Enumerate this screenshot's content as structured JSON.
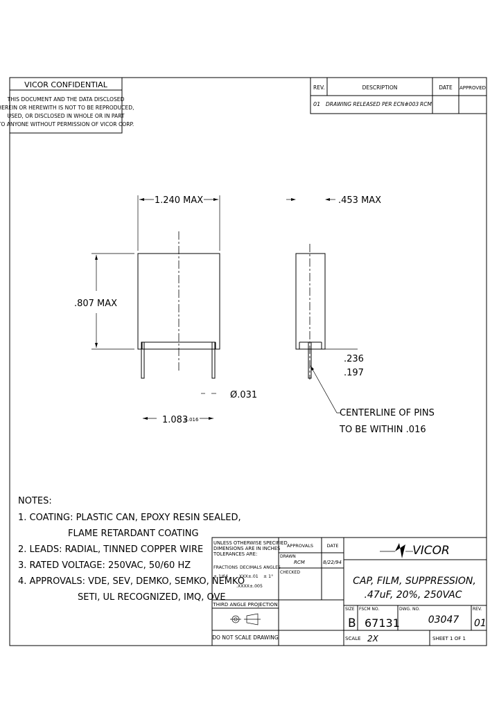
{
  "confidential": {
    "title": "VICOR   CONFIDENTIAL",
    "lines": [
      "THIS DOCUMENT AND THE DATA DISCLOSED",
      "HEREIN OR HEREWITH IS NOT TO BE REPRODUCED,",
      "USED, OR DISCLOSED IN WHOLE OR IN PART",
      "TO ANYONE WITHOUT PERMISSION OF VICOR CORP."
    ]
  },
  "revision_block": {
    "headers": {
      "rev": "REV.",
      "description": "DESCRIPTION",
      "date": "DATE",
      "approved": "APPROVED"
    },
    "row": {
      "rev": "01",
      "description": "DRAWING RELEASED PER ECN#003",
      "approved": "RCM"
    }
  },
  "dimensions": {
    "width_max": "1.240 MAX",
    "depth_max": ".453 MAX",
    "height_max": ".807 MAX",
    "lead_dia": "Ø.031",
    "lead_pitch": "1.083",
    "lead_pitch_tol": "±.016",
    "lead_len_a": ".236",
    "lead_len_b": ".197",
    "centerline_note_1": "CENTERLINE OF PINS",
    "centerline_note_2": "TO BE WITHIN .016"
  },
  "notes": {
    "heading": "NOTES:",
    "items": [
      "1. COATING:  PLASTIC CAN, EPOXY RESIN SEALED,",
      "FLAME RETARDANT COATING",
      "2. LEADS:  RADIAL, TINNED COPPER WIRE",
      "3. RATED VOLTAGE:  250VAC, 50/60 HZ",
      "4. APPROVALS:  VDE, SEV, DEMKO, SEMKO, NEMKO",
      "SETI, UL RECOGNIZED, IMQ, OVE"
    ]
  },
  "title_block": {
    "unless_1": "UNLESS OTHERWISE SPECIFIED",
    "unless_2": "DIMENSIONS ARE IN INCHES",
    "unless_3": "TOLERANCES ARE:",
    "tol_fractions": "FRACTIONS",
    "tol_decimals": "DECIMALS",
    "tol_angles": "ANGLES",
    "tol_frac_val": "± 1/64",
    "tol_dec_1": ".XXX±.01",
    "tol_dec_2": ".XXXX±.005",
    "tol_ang_val": "± 1°",
    "approvals": "APPROVALS",
    "date": "DATE",
    "drawn": "DRAWN",
    "drawn_by": "RCM",
    "drawn_date": "8/22/94",
    "checked": "CHECKED",
    "projection": "THIRD ANGLE PROJECTION",
    "do_not_scale": "DO NOT SCALE DRAWING",
    "company": "VICOR",
    "title_1": "CAP, FILM, SUPPRESSION,",
    "title_2": ".47uF, 20%, 250VAC",
    "size_label": "SIZE",
    "size": "B",
    "fscm_label": "FSCM NO.",
    "fscm": "67131",
    "dwg_label": "DWG. NO.",
    "dwg": "03047",
    "rev_label": "REV.",
    "rev": "01",
    "scale_label": "SCALE",
    "scale": "2X",
    "sheet": "SHEET  1  OF  1"
  }
}
